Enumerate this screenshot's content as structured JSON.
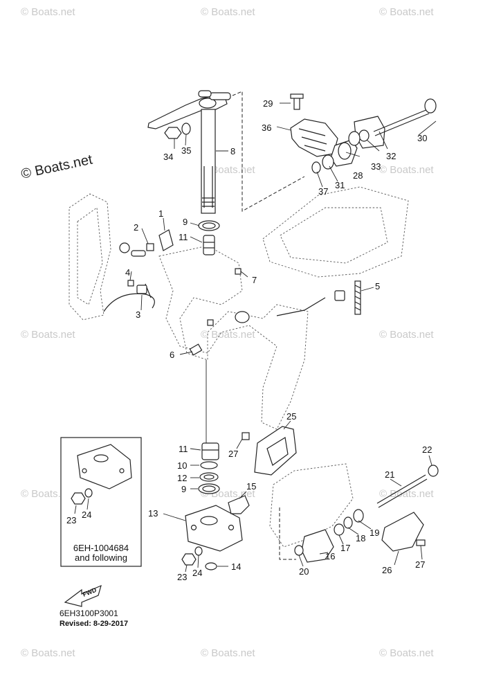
{
  "watermark": "© Boats.net",
  "inset": {
    "note_line1": "6EH-1004684",
    "note_line2": "and following",
    "labels": [
      "23",
      "24"
    ]
  },
  "fwd_label": "FWD",
  "footer": {
    "code": "6EH3100P3001",
    "revised": "Revised: 8-29-2017"
  },
  "callouts": {
    "c1": "1",
    "c2": "2",
    "c3": "3",
    "c4": "4",
    "c5": "5",
    "c6": "6",
    "c7": "7",
    "c8": "8",
    "c9a": "9",
    "c9b": "9",
    "c10": "10",
    "c11a": "11",
    "c11b": "11",
    "c12": "12",
    "c13": "13",
    "c14": "14",
    "c15": "15",
    "c16": "16",
    "c17": "17",
    "c18": "18",
    "c19": "19",
    "c20": "20",
    "c21": "21",
    "c22": "22",
    "c23": "23",
    "c24": "24",
    "c25": "25",
    "c26": "26",
    "c27a": "27",
    "c27b": "27",
    "c28": "28",
    "c29": "29",
    "c30": "30",
    "c31": "31",
    "c32": "32",
    "c33": "33",
    "c34": "34",
    "c35": "35",
    "c36": "36",
    "c37": "37"
  }
}
